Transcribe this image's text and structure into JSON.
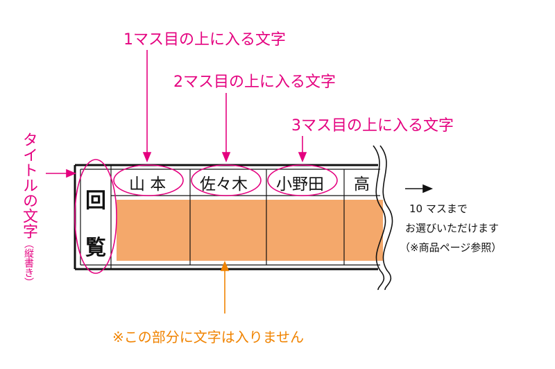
{
  "labels": {
    "cell1_label": "1マス目の上に入る文字",
    "cell2_label": "2マス目の上に入る文字",
    "cell3_label": "3マス目の上に入る文字",
    "title_label": "タイトルの文字",
    "title_note": "（縦書き）",
    "bottom_note": "※この部分に文字は入りません"
  },
  "sign": {
    "title_chars": [
      "回",
      "覧"
    ],
    "names": [
      "山 本",
      "佐々木",
      "小野田",
      "高"
    ]
  },
  "side_note": {
    "line1": "10 マスまで",
    "line2": "お選びいただけます",
    "line3": "（※商品ページ参照）"
  },
  "colors": {
    "accent_pink": "#e4007f",
    "fill_orange": "#f4a86b",
    "label_orange": "#f08300"
  }
}
